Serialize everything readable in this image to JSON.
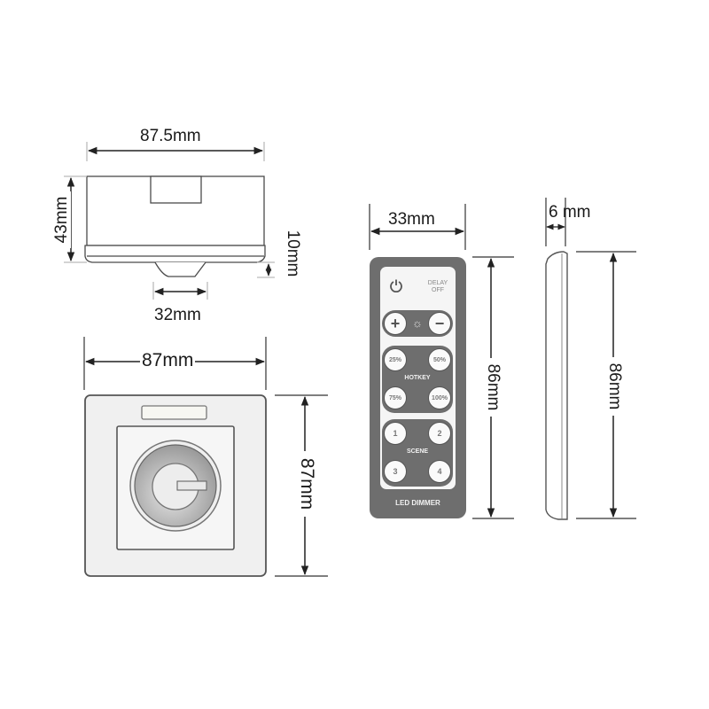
{
  "colors": {
    "line": "#4a4a4a",
    "remote_body": "#6e6e6e",
    "remote_panel": "#f5f5f5",
    "button_face": "#fafafa",
    "knob_ring": "#a8a8a8",
    "plate_fill": "#f0f0f0"
  },
  "top_view": {
    "width_label": "87.5mm",
    "height_label": "43mm",
    "protrusion_label": "10mm",
    "sensor_width_label": "32mm"
  },
  "front_panel": {
    "width_label": "87mm",
    "height_label": "87mm"
  },
  "remote": {
    "width_label": "33mm",
    "height_label": "86mm",
    "power_icon": "power-icon",
    "delay_off_label": "DELAY\nOFF",
    "delay_line1": "DELAY",
    "delay_line2": "OFF",
    "plus_label": "+",
    "minus_label": "−",
    "brightness_icon": "sun-icon",
    "hotkey_label": "HOTKEY",
    "hotkeys": [
      "25%",
      "50%",
      "75%",
      "100%"
    ],
    "scene_label": "SCENE",
    "scenes": [
      "1",
      "2",
      "3",
      "4"
    ],
    "brand_label": "LED DIMMER"
  },
  "remote_side": {
    "thickness_label": "6 mm",
    "height_label": "86mm"
  }
}
